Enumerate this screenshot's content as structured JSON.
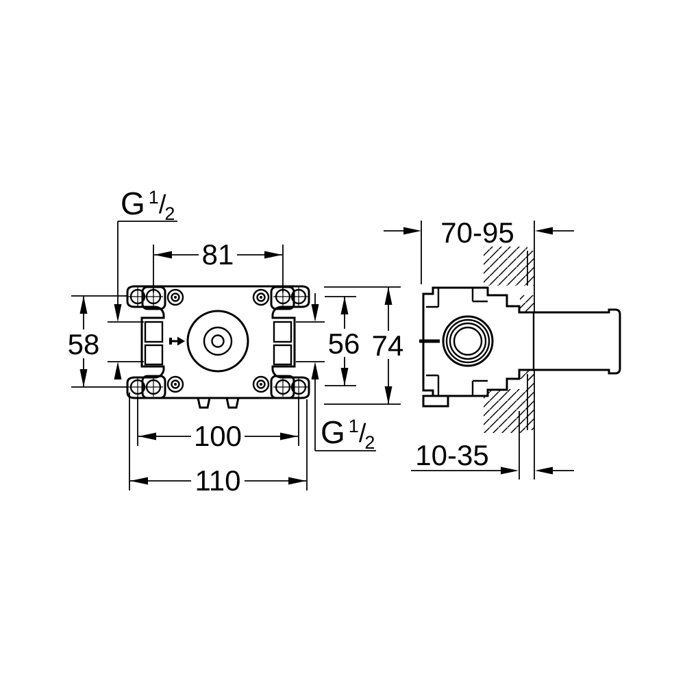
{
  "front": {
    "dim_81": "81",
    "dim_58": "58",
    "dim_56": "56",
    "dim_74": "74",
    "dim_100": "100",
    "dim_110": "110",
    "thread_top": {
      "g": "G",
      "num": "1",
      "slash": "/",
      "den": "2"
    },
    "thread_bottom": {
      "g": "G",
      "num": "1",
      "slash": "/",
      "den": "2"
    }
  },
  "side": {
    "dim_depth": "70-95",
    "dim_wall": "10-35"
  },
  "colors": {
    "line": "#000000",
    "background": "#ffffff"
  }
}
